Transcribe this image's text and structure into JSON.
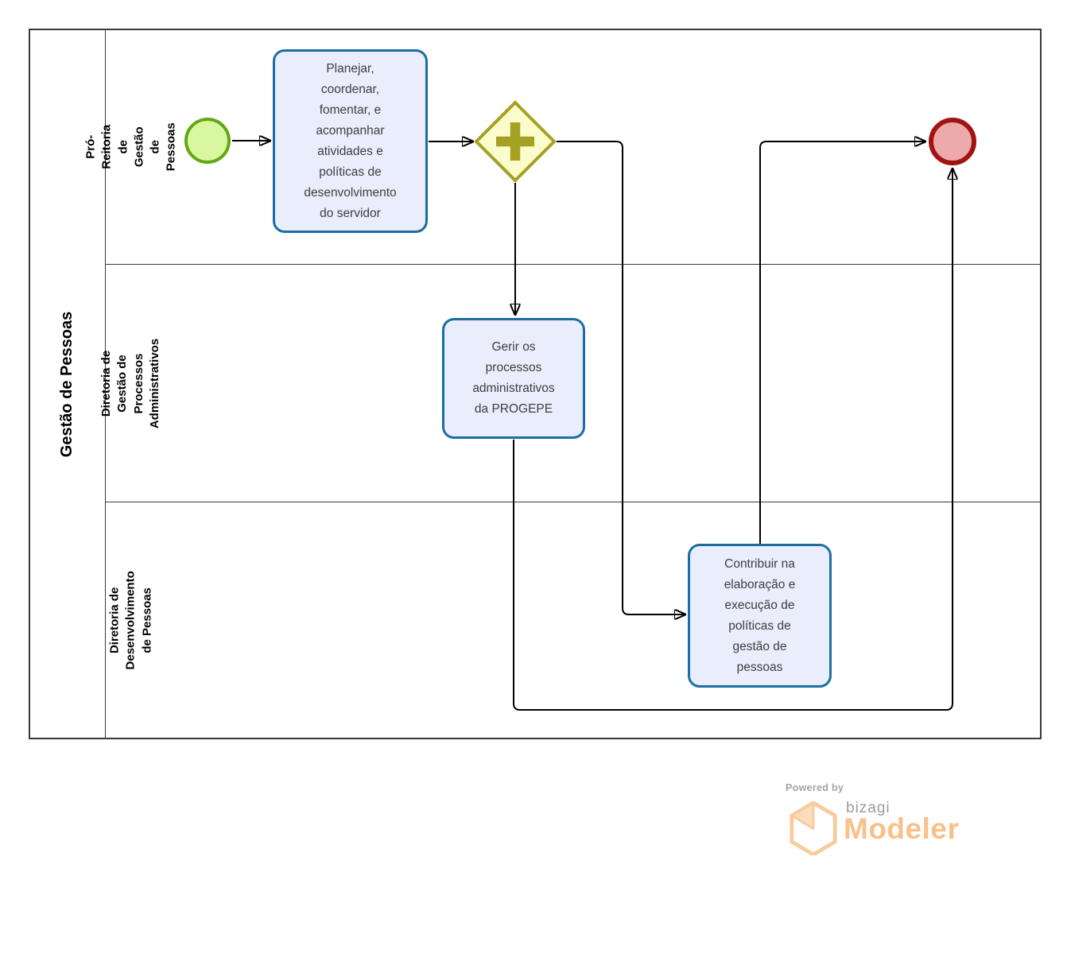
{
  "diagram": {
    "pool_title": "Gestão de Pessoas",
    "lanes": [
      {
        "label": "Pró-Reitoria de Gestão de\nPessoas"
      },
      {
        "label": "Diretoria de Gestão de\nProcessos Administrativos"
      },
      {
        "label": "Diretoria de Desenvolvimento\nde Pessoas"
      }
    ],
    "nodes": {
      "start_event": {
        "kind": "start-event"
      },
      "task_planejar": {
        "label": "Planejar,\ncoordenar,\nfomentar, e\nacompanhar\natividades e\npolíticas de\ndesenvolvimento\ndo servidor"
      },
      "gateway_parallel": {
        "kind": "parallel-gateway"
      },
      "task_gerir": {
        "label": "Gerir os\nprocessos\nadministrativos\nda PROGEPE"
      },
      "task_contribuir": {
        "label": "Contribuir na\nelaboração e\nexecução de\npolíticas de\ngestão de\npessoas"
      },
      "end_event": {
        "kind": "end-event"
      }
    },
    "flows": [
      {
        "from": "start_event",
        "to": "task_planejar"
      },
      {
        "from": "task_planejar",
        "to": "gateway_parallel"
      },
      {
        "from": "gateway_parallel",
        "to": "task_gerir"
      },
      {
        "from": "gateway_parallel",
        "to": "task_contribuir"
      },
      {
        "from": "task_gerir",
        "to": "end_event"
      },
      {
        "from": "task_contribuir",
        "to": "end_event"
      }
    ]
  },
  "branding": {
    "powered_by": "Powered by",
    "product_name": "bizagi",
    "product_line": "Modeler"
  },
  "colors": {
    "task_fill": "#e9edfc",
    "task_border": "#1b6ea3",
    "start_fill": "#d9f79f",
    "start_border": "#61a812",
    "gateway_fill": "#fbfccb",
    "gateway_border": "#a4a125",
    "end_fill": "#edaaaa",
    "end_border": "#a31313",
    "flow_line": "#000000",
    "pool_border": "#3a3a3a",
    "brand_orange": "#f8c18a",
    "brand_gray": "#9b9b9b"
  }
}
